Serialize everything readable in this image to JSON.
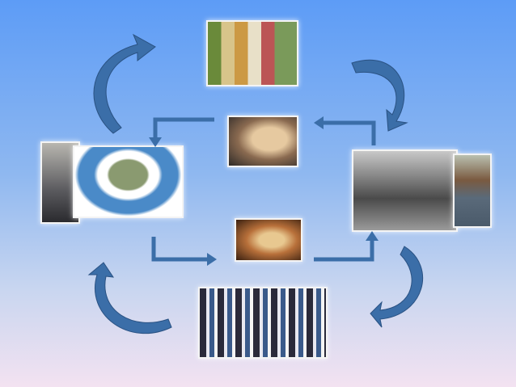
{
  "colors": {
    "arrow": "#3b6ea8",
    "arrow_outline": "#2a5283",
    "bg_top": "#5d9cf6",
    "bg_bottom": "#f3e2f1"
  },
  "images": [
    "supermarket-shopper",
    "coins-in-hands",
    "money-pile-surrounded-by-people",
    "factory-worker",
    "family-group-photo",
    "man-portrait",
    "hands-exchanging-money",
    "group-of-workers"
  ]
}
